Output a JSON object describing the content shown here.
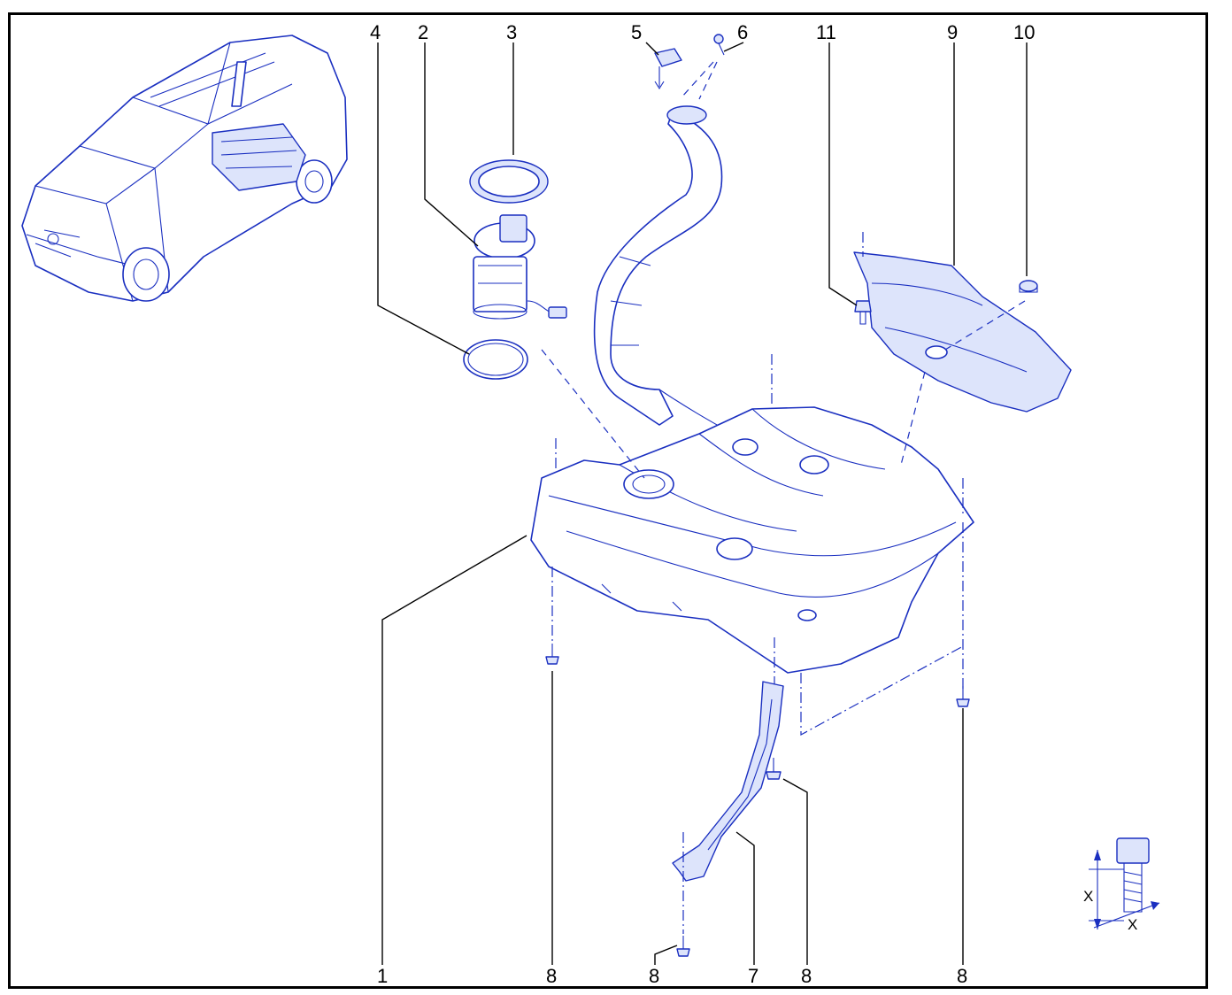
{
  "callouts": {
    "c1": "1",
    "c2": "2",
    "c3": "3",
    "c4": "4",
    "c5": "5",
    "c6": "6",
    "c7": "7",
    "c8a": "8",
    "c8b": "8",
    "c8c": "8",
    "c8d": "8",
    "c9": "9",
    "c10": "10",
    "c11": "11"
  },
  "torque_symbol": {
    "dim_vertical": "X",
    "dim_horizontal": "X"
  },
  "colors": {
    "line_art": "#1a2fc0",
    "frame": "#000000"
  },
  "icons": [
    "vehicle-location-icon",
    "torque-bolt-icon"
  ]
}
